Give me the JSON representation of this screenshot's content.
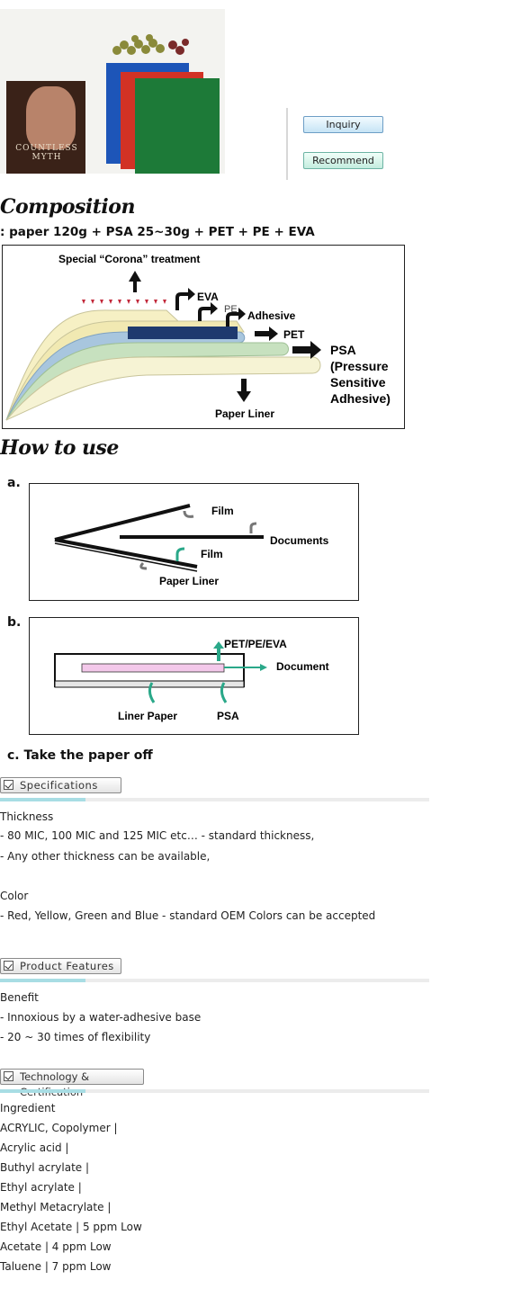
{
  "photo": {
    "magazine_title": "COUNTLESS MYTH"
  },
  "buttons": {
    "inquiry": "Inquiry",
    "recommend": "Recommend"
  },
  "composition": {
    "heading": "Composition",
    "formula": ": paper 120g + PSA 25~30g + PET + PE + EVA",
    "diagram": {
      "corona": "Special “Corona” treatment",
      "eva": "EVA",
      "pe": "PE",
      "adhesive": "Adhesive",
      "pet": "PET",
      "psa_1": "PSA",
      "psa_2": "(Pressure",
      "psa_3": "Sensitive",
      "psa_4": "Adhesive)",
      "paper_liner": "Paper Liner"
    }
  },
  "how_to_use": {
    "heading": "How to use",
    "step_a": "a.",
    "step_b": "b.",
    "step_c": "c.  Take the paper off",
    "diagram_a": {
      "film_top": "Film",
      "documents": "Documents",
      "film_bottom": "Film",
      "paper_liner": "Paper Liner"
    },
    "diagram_b": {
      "pet_pe_eva": "PET/PE/EVA",
      "document": "Document",
      "liner_paper": "Liner Paper",
      "psa": "PSA"
    }
  },
  "specifications": {
    "tab": "Specifications",
    "thickness_title": "Thickness",
    "thickness_1": "- 80 MIC, 100 MIC and 125 MIC etc… - standard thickness,",
    "thickness_2": "- Any other thickness can be available,",
    "color_title": "Color",
    "color_1": "- Red, Yellow, Green and Blue - standard OEM Colors can be accepted"
  },
  "features": {
    "tab": "Product Features",
    "benefit_title": "Benefit",
    "benefit_1": "- Innoxious by a water-adhesive base",
    "benefit_2": "- 20 ~ 30 times of flexibility"
  },
  "technology": {
    "tab": "Technology & Certification",
    "ingredient_title": "Ingredient",
    "items": [
      "ACRYLIC, Copolymer |",
      "Acrylic acid |",
      "Buthyl acrylate |",
      "Ethyl acrylate |",
      "Methyl Metacrylate |",
      "Ethyl Acetate | 5 ppm Low",
      "Acetate | 4 ppm Low",
      "Taluene | 7 ppm Low"
    ]
  },
  "colors": {
    "tab_rule_accent": "#a8dde4",
    "button_border": "#6d9ec6",
    "diagram_navy": "#1e3a6e",
    "arrow_teal": "#2aa889"
  }
}
